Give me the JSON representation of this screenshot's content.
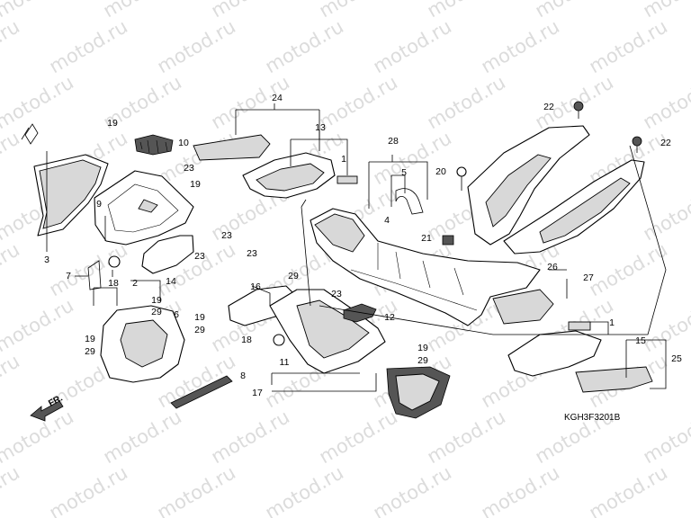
{
  "watermark": "motod.ru",
  "diagram_code": "KGH3F3201B",
  "direction_label": "FR.",
  "part_labels": [
    "24",
    "13",
    "28",
    "19",
    "10",
    "23",
    "19",
    "1",
    "5",
    "4",
    "20",
    "21",
    "22",
    "22",
    "3",
    "9",
    "7",
    "18",
    "14",
    "23",
    "23",
    "23",
    "29",
    "16",
    "26",
    "27",
    "2",
    "19",
    "29",
    "6",
    "19",
    "29",
    "19",
    "29",
    "23",
    "12",
    "18",
    "8",
    "11",
    "17",
    "19",
    "29",
    "1",
    "15",
    "25"
  ]
}
